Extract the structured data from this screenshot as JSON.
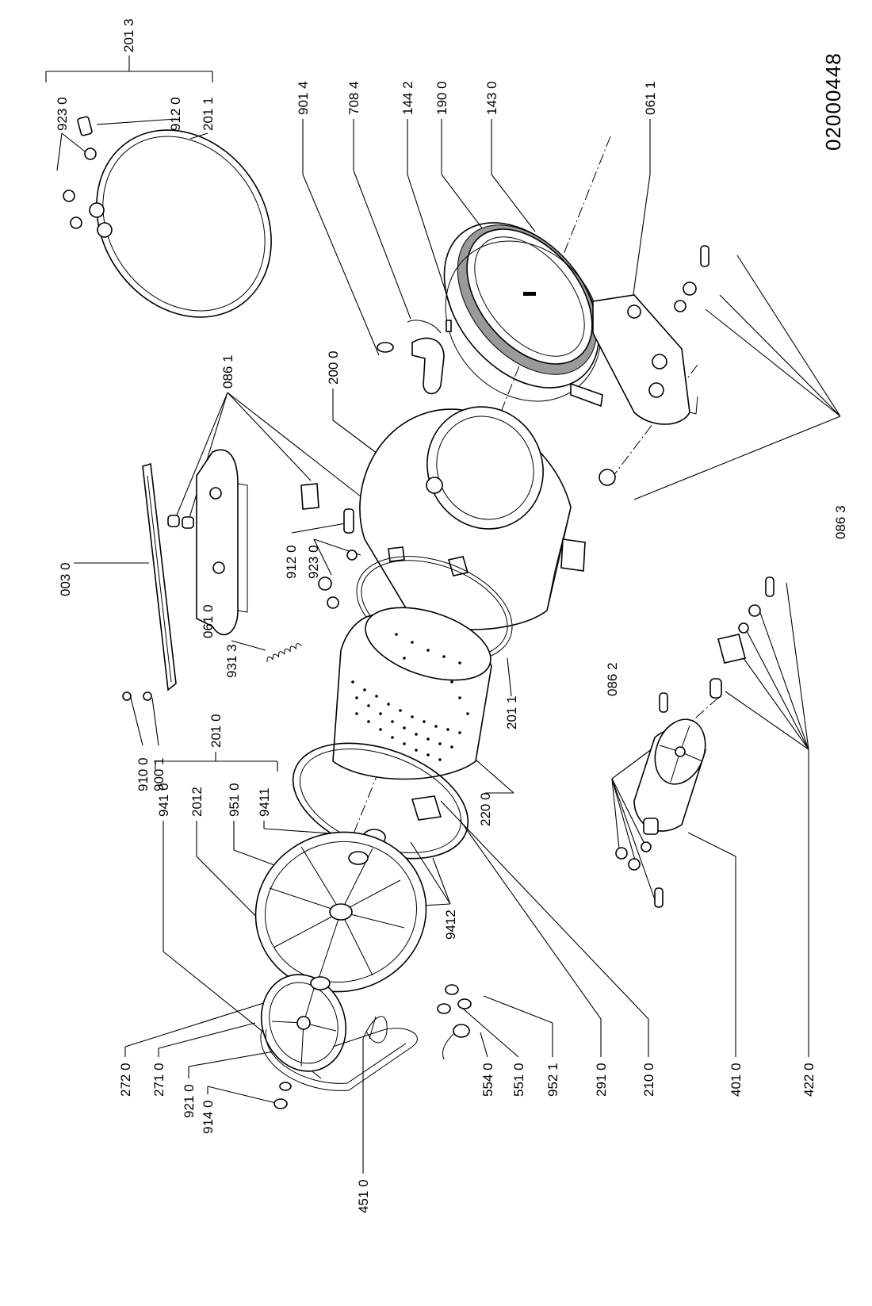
{
  "document_id": "02000448",
  "labels": {
    "l2013": "201 3",
    "l9230a": "923 0",
    "l9120a": "912 0",
    "l2011a": "201 1",
    "l9014": "901 4",
    "l7084": "708 4",
    "l1442": "144 2",
    "l1900": "190 0",
    "l1430": "143 0",
    "l0611": "061 1",
    "l0861": "086 1",
    "l2000": "200 0",
    "l0030": "003 0",
    "l9120b": "912 0",
    "l9230b": "923 0",
    "l0610": "061 0",
    "l9313": "931 3",
    "l0863": "086 3",
    "l0862": "086 2",
    "l9100": "910 0",
    "l9001": "900 1",
    "l2010": "201 0",
    "l9410": "941 0",
    "l2012": "2012",
    "l9510": "951 0",
    "l9411": "9411",
    "l2200": "220 0",
    "l2011b": "201 1",
    "l9412": "9412",
    "l5540": "554 0",
    "l5510": "551 0",
    "l9521": "952 1",
    "l2910": "291 0",
    "l2100": "210 0",
    "l4010": "401 0",
    "l4220": "422 0",
    "l2720": "272 0",
    "l2710": "271 0",
    "l9210": "921 0",
    "l9140": "914 0",
    "l4510": "451 0"
  }
}
